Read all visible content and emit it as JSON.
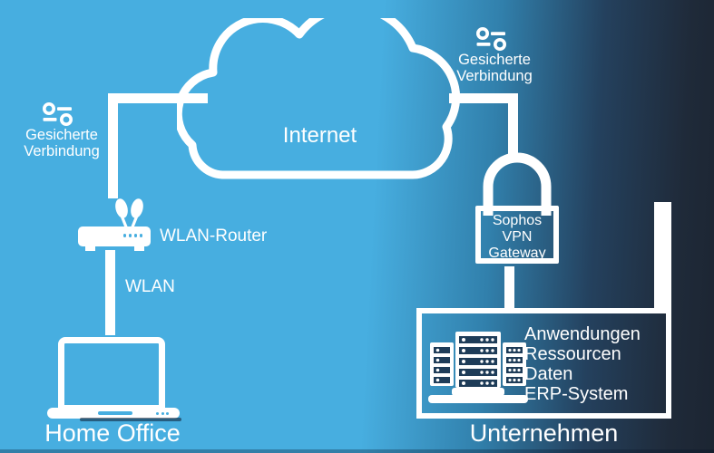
{
  "cloud": {
    "label": "Internet"
  },
  "secure_left": {
    "line1": "Gesicherte",
    "line2": "Verbindung"
  },
  "secure_right": {
    "line1": "Gesicherte",
    "line2": "Verbindung"
  },
  "router": {
    "label": "WLAN-Router"
  },
  "wlan_label": "WLAN",
  "home_office_label": "Home Office",
  "vpn_gateway": {
    "line1": "Sophos",
    "line2": "VPN",
    "line3": "Gateway"
  },
  "company": {
    "items": [
      "Anwendungen",
      "Ressourcen",
      "Daten",
      "ERP-System"
    ],
    "label": "Unternehmen"
  },
  "colors": {
    "bg_left": "#47AEE0",
    "bg_right": "#1C2532",
    "line_white": "#FFFFFF",
    "server_slot_dark": "#1E3C58"
  }
}
